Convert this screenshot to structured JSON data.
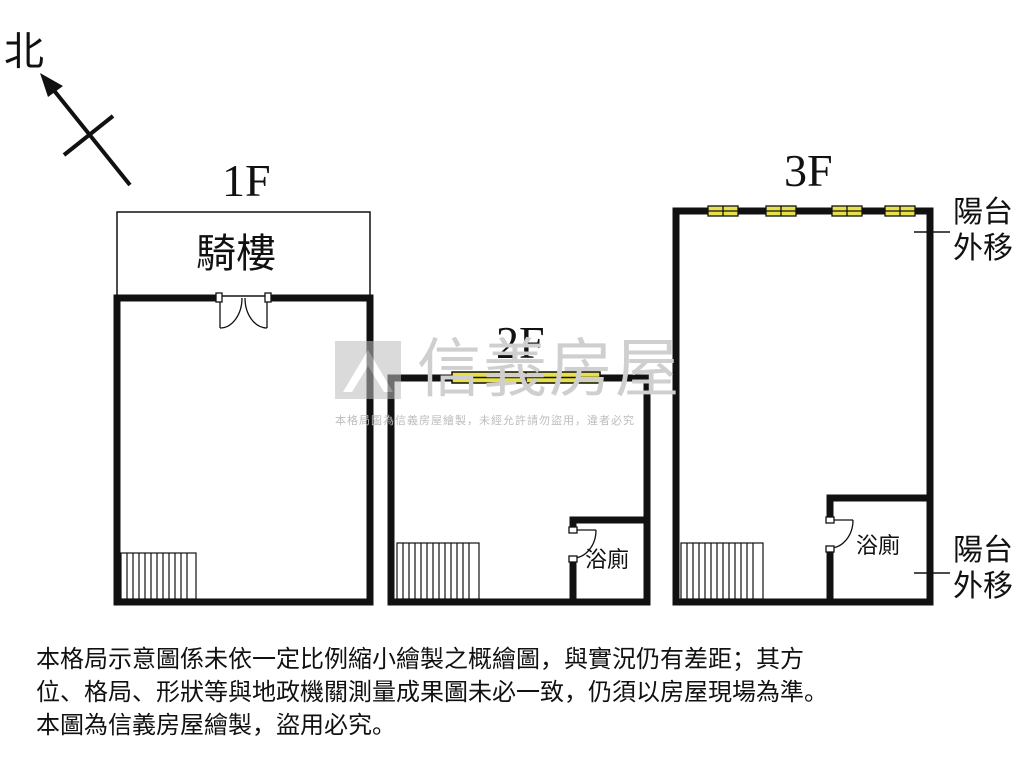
{
  "north_label": "北",
  "floors": {
    "f1": {
      "label": "1F",
      "arcade_label": "騎樓"
    },
    "f2": {
      "label": "2F",
      "bath_label": "浴廁"
    },
    "f3": {
      "label": "3F",
      "bath_label": "浴廁"
    }
  },
  "balcony_note_top": [
    "陽台",
    "外移"
  ],
  "balcony_note_bottom": [
    "陽台",
    "外移"
  ],
  "watermark": {
    "title": "信義房屋",
    "subtitle": "本格局圖為信義房屋繪製，未經允許請勿盜用，違者必究"
  },
  "disclaimer": [
    "本格局示意圖係未依一定比例縮小繪製之概繪圖，與實況仍有差距；其方",
    "位、格局、形狀等與地政機關測量成果圖未必一致，仍須以房屋現場為準。",
    "本圖為信義房屋繪製，盜用必究。"
  ],
  "colors": {
    "wall": "#111111",
    "window_fill": "#e8e04a",
    "watermark": "#cfcfcf"
  }
}
